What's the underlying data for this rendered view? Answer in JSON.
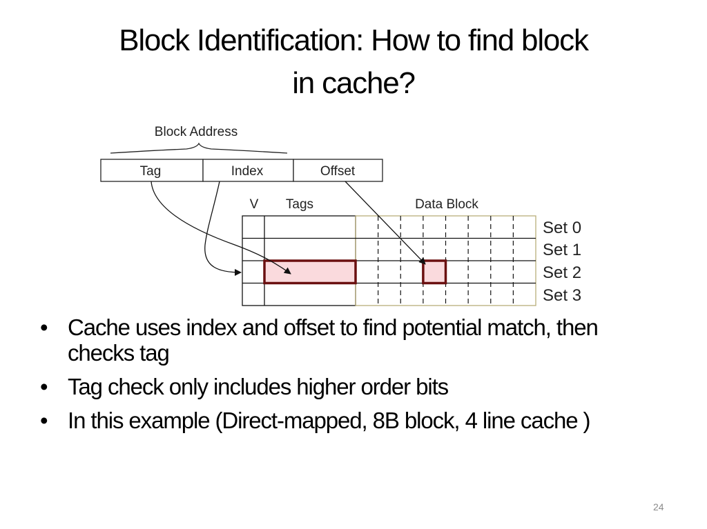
{
  "slide": {
    "title_lines": [
      "Block Identification: How to find block",
      "in cache?"
    ],
    "page_number": "24"
  },
  "diagram": {
    "brace_label": "Block Address",
    "address_fields": [
      "Tag",
      "Index",
      "Offset"
    ],
    "column_headers": {
      "valid": "V",
      "tags": "Tags",
      "data": "Data Block"
    },
    "sets": [
      "Set 0",
      "Set 1",
      "Set 2",
      "Set 3"
    ],
    "data_words_per_block": 8,
    "highlighted_set": 2,
    "highlighted_word": 3,
    "colors": {
      "highlight_fill": "#fadadd",
      "highlight_stroke": "#6b1010",
      "data_border": "#b8ad7a",
      "line": "#111111"
    }
  },
  "bullets": [
    {
      "text": "Cache uses index and offset to find potential match, then checks tag"
    },
    {
      "text": "Tag check only includes higher order bits"
    },
    {
      "text": "In this example (Direct-mapped, 8B block, 4 line cache )"
    }
  ],
  "bullet_glyph": "•"
}
